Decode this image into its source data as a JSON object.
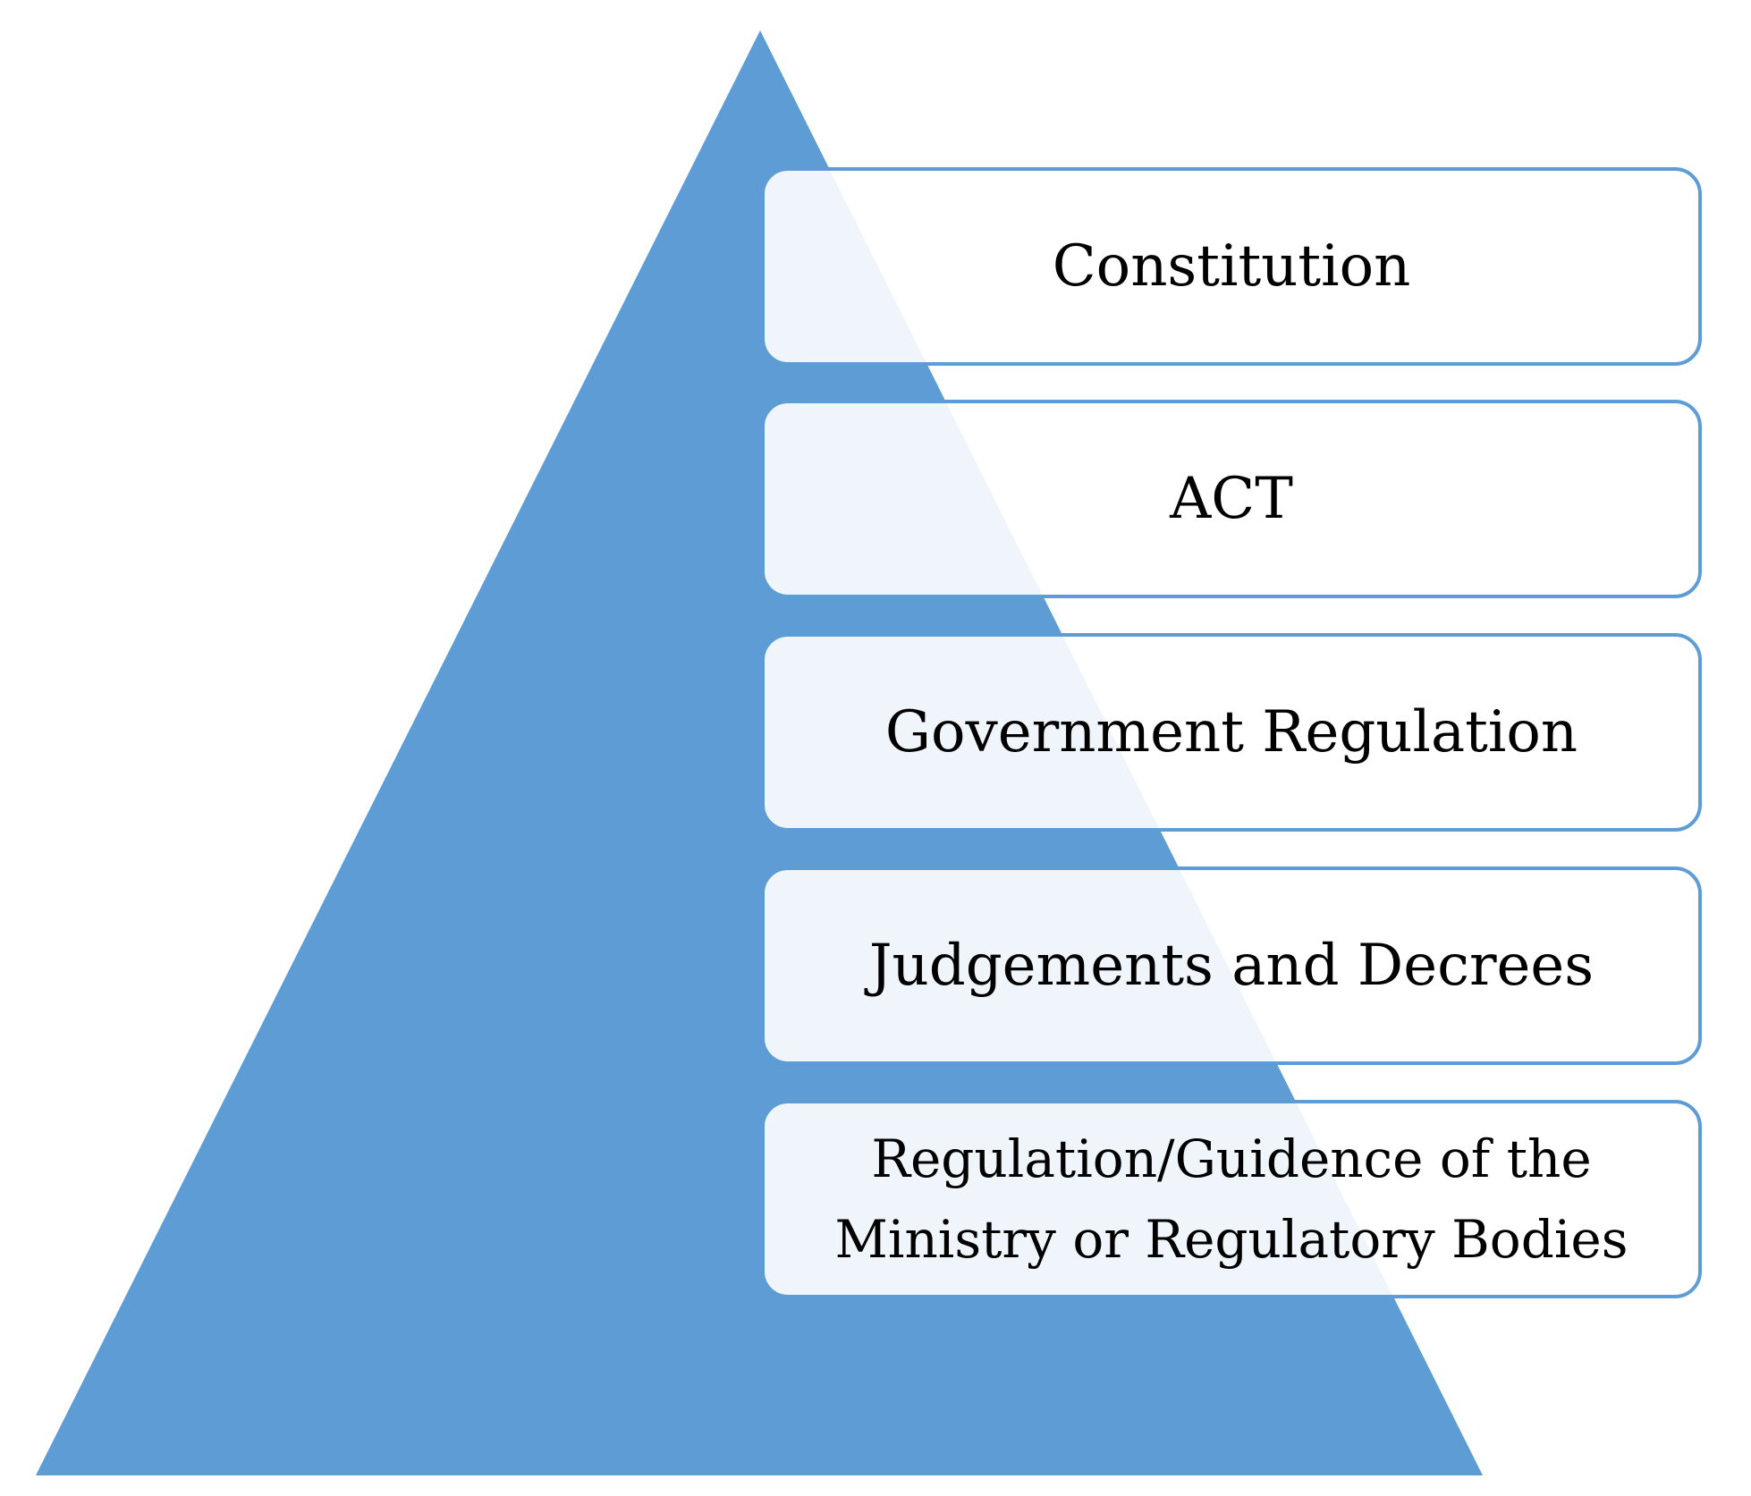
{
  "colors": {
    "pyramid_fill": "#5d9cd5",
    "tier_border": "#5d9cd5",
    "tier_fill": "#ffffff",
    "text": "#000000"
  },
  "tiers": [
    {
      "label": "Constitution"
    },
    {
      "label": "ACT"
    },
    {
      "label": "Government Regulation"
    },
    {
      "label": "Judgements and Decrees"
    },
    {
      "label": "Regulation/Guidence of the\nMinistry or Regulatory Bodies"
    }
  ]
}
